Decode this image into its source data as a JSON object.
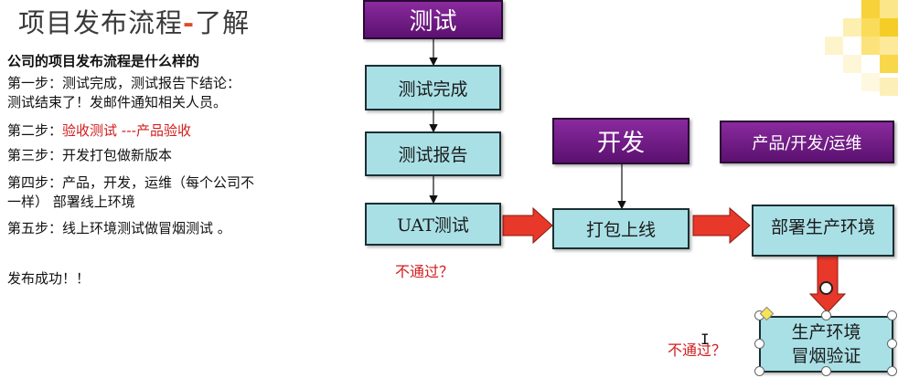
{
  "slide": {
    "title_main": "项目发布流程",
    "title_dash": "-",
    "title_tail": "了解",
    "question": "公司的项目发布流程是什么样的",
    "steps": [
      "第一步：测试完成，测试报告下结论：",
      "测试结束了！发邮件通知相关人员。"
    ],
    "step2_prefix": "第二步：",
    "step2_highlight": "验收测试 ---产品验收",
    "step3": "第三步：开发打包做新版本",
    "step4_line1": "第四步：产品，开发，运维（每个公司不",
    "step4_line2": "一样） 部署线上环境",
    "step5": "第五步：线上环境测试做冒烟测试 。",
    "success": "发布成功！！"
  },
  "flow": {
    "test_header": "测试",
    "test_done": "测试完成",
    "test_report": "测试报告",
    "uat": "UAT测试",
    "dev_header": "开发",
    "package": "打包上线",
    "ops_header": "产品/开发/运维",
    "deploy": "部署生产环境",
    "smoke_line1": "生产环境",
    "smoke_line2": "冒烟验证",
    "fail1": "不通过？",
    "fail2": "不通过？"
  },
  "colors": {
    "purple": "#6a1a80",
    "teal": "#a9e0e6",
    "red_arrow": "#e8382a",
    "note_red": "#d21c1c"
  }
}
